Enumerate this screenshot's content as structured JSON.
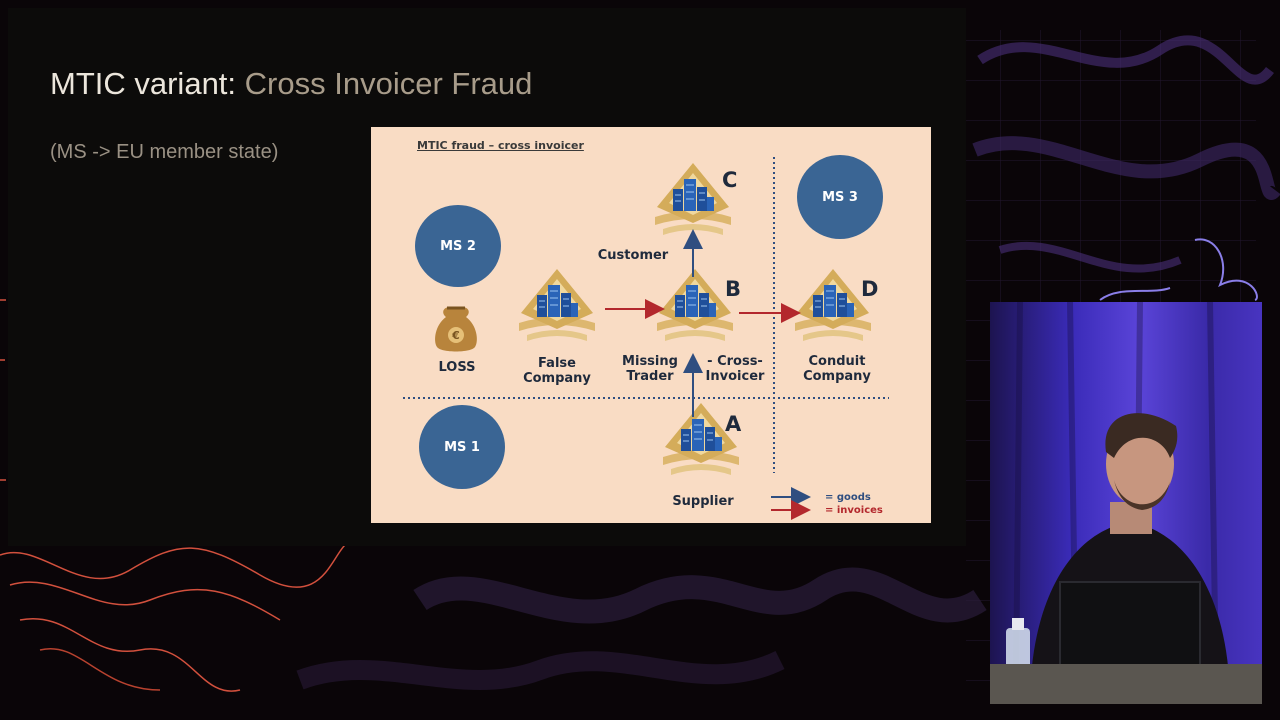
{
  "slide": {
    "title_prefix": "MTIC variant:",
    "title_accent": "Cross Invoicer Fraud",
    "note": "(MS -> EU member state)"
  },
  "diagram": {
    "title": "MTIC fraud – cross invoicer",
    "regions": {
      "ms1": "MS 1",
      "ms2": "MS 2",
      "ms3": "MS 3"
    },
    "loss_label": "LOSS",
    "nodes": {
      "false_company": "False\nCompany",
      "customer": "Customer",
      "missing_trader": "Missing\nTrader",
      "cross_invoicer": "- Cross-\nInvoicer",
      "conduit_company": "Conduit\nCompany",
      "supplier": "Supplier"
    },
    "letters": {
      "a": "A",
      "b": "B",
      "c": "C",
      "d": "D"
    },
    "legend": {
      "goods": "= goods",
      "invoices": "= invoices"
    },
    "colors": {
      "goods": "#2f4e80",
      "invoices": "#b3282d",
      "circle": "#3a6594",
      "background": "#f9dcc4"
    }
  }
}
